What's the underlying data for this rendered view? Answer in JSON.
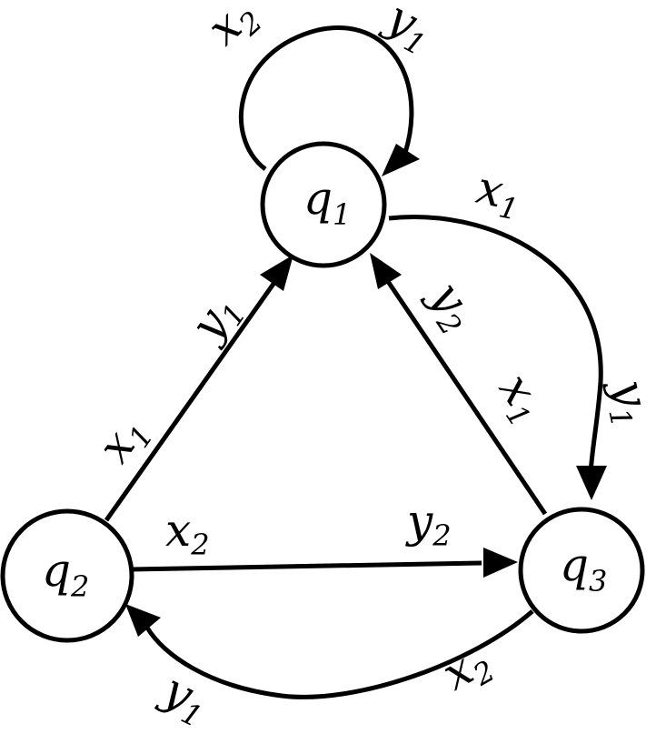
{
  "nodes": {
    "q1": {
      "base": "q",
      "sub": "1"
    },
    "q2": {
      "base": "q",
      "sub": "2"
    },
    "q3": {
      "base": "q",
      "sub": "3"
    }
  },
  "edges": {
    "q1_self": {
      "input": {
        "base": "x",
        "sub": "2"
      },
      "output": {
        "base": "y",
        "sub": "1"
      }
    },
    "q1_to_q3": {
      "input": {
        "base": "x",
        "sub": "1"
      },
      "output": {
        "base": "y",
        "sub": "1"
      }
    },
    "q3_to_q1": {
      "input": {
        "base": "x",
        "sub": "1"
      },
      "output": {
        "base": "y",
        "sub": "2"
      }
    },
    "q2_to_q1": {
      "input": {
        "base": "x",
        "sub": "1"
      },
      "output": {
        "base": "y",
        "sub": "1"
      }
    },
    "q2_to_q3": {
      "input": {
        "base": "x",
        "sub": "2"
      },
      "output": {
        "base": "y",
        "sub": "2"
      }
    },
    "q3_to_q2": {
      "input": {
        "base": "x",
        "sub": "2"
      },
      "output": {
        "base": "y",
        "sub": "1"
      }
    }
  }
}
